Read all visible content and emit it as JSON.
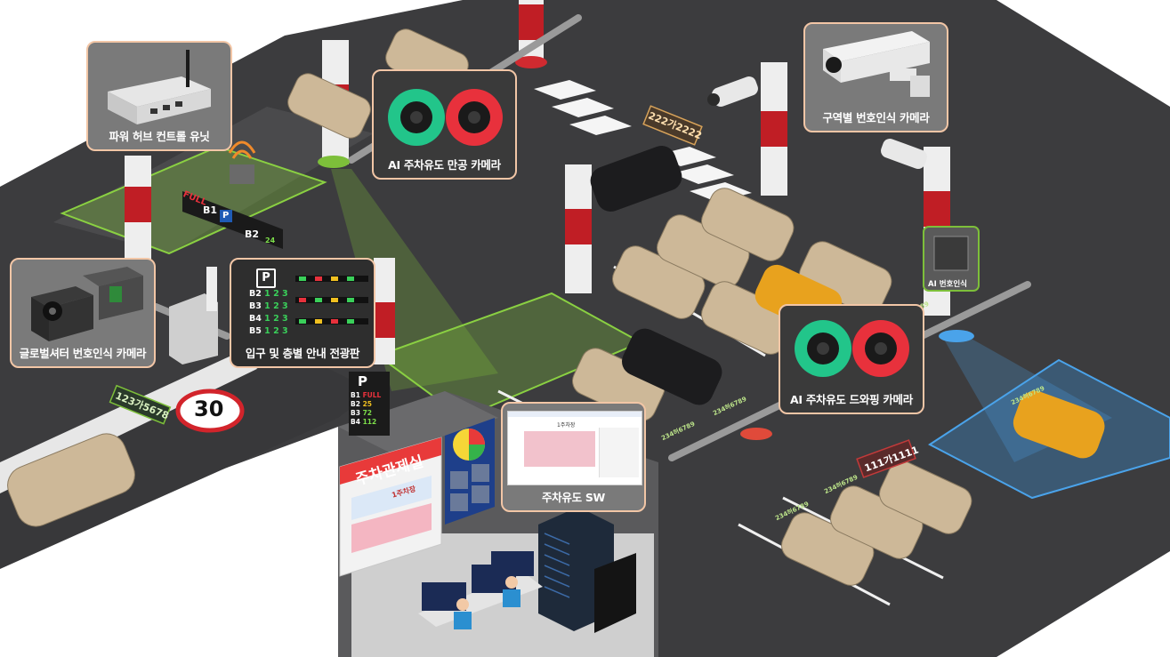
{
  "callouts": {
    "power_hub": "파워 허브 컨트롤 유닛",
    "ai_guide_full_camera": "AI 주차유도 만공 카메라",
    "zone_lpr_camera": "구역별 번호인식 카메라",
    "global_shutter_camera": "글로벌셔터 번호인식 카메라",
    "entrance_floor_board": "입구 및 층별 안내 전광판",
    "ai_guide_dropping_camera": "AI 주차유도 드와핑 카메라",
    "guide_sw": "주차유도 SW",
    "ai_lpr_chip": "AI 번호인식"
  },
  "plates": {
    "road_plate": "123가5678",
    "gate_plate": "222가2222",
    "lot_plate": "111가1111",
    "small_plate": "234허6789"
  },
  "signs": {
    "speed_limit": "30",
    "control_room": "주차관제실",
    "full_label": "FULL",
    "b1": "B1",
    "b2": "B2",
    "p": "P",
    "floor_rows": [
      "B2",
      "B3",
      "B4",
      "B5"
    ],
    "floor_counts": "1 2 3",
    "pylon_rows": [
      "B1",
      "B2",
      "B3",
      "B4"
    ],
    "pylon_values": [
      "FULL",
      "25",
      "72",
      "112"
    ],
    "b2_count": "24",
    "monitor_title": "1주차장"
  },
  "colors": {
    "road": "#3c3c3e",
    "sidewalk": "#e9e9e9",
    "callout_border": "#f2c6a6",
    "green_zone": "#7dbf3a",
    "blue_zone": "#3a8fd6",
    "red_ring": "#e8313c",
    "green_ring": "#22c58a"
  }
}
